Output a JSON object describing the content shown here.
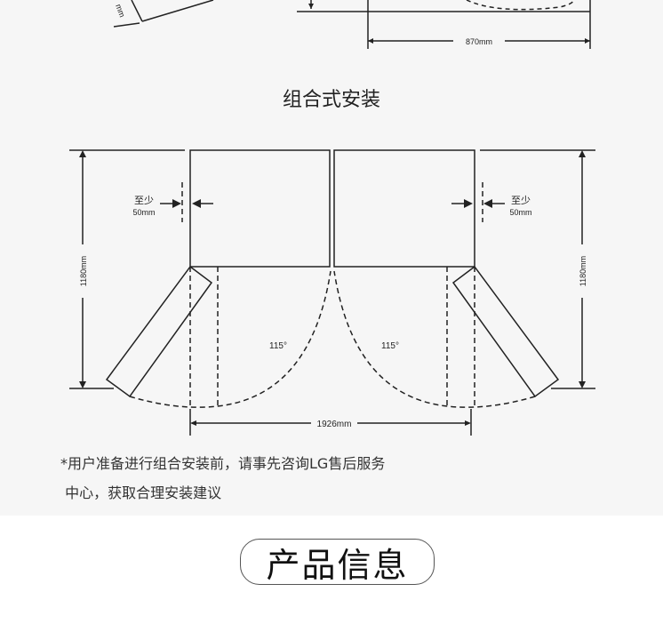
{
  "top_diagram": {
    "width_label": "870mm",
    "unit_fragment": "mm"
  },
  "section_title": "组合式安装",
  "combined_diagram": {
    "left_height_label": "1180mm",
    "right_height_label": "1180mm",
    "left_gap_label": "至少",
    "left_gap_value": "50mm",
    "right_gap_label": "至少",
    "right_gap_value": "50mm",
    "left_angle": "115°",
    "right_angle": "115°",
    "total_width_label": "1926mm"
  },
  "notes": {
    "line1": "*用户准备进行组合安装前，请事先咨询LG售后服务",
    "line2": " 中心，获取合理安装建议"
  },
  "product_info_button": "产品信息"
}
